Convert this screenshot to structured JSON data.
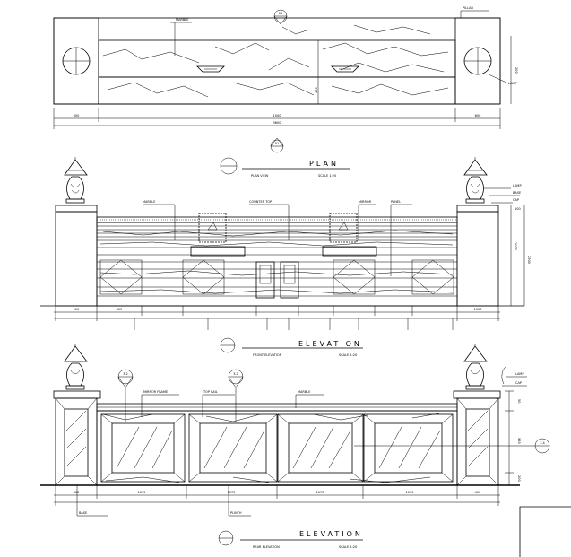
{
  "plan": {
    "title": "PLAN",
    "dims": [
      "600",
      "1000",
      "600",
      "3600",
      "1000",
      "200"
    ],
    "callout": {
      "top": "01",
      "bottom": "—"
    }
  },
  "elevation_a": {
    "title": "ELEVATION",
    "dims_left": [
      "900",
      "400"
    ],
    "dims_right": [
      "1000",
      "2500",
      "100"
    ]
  },
  "elevation_b": {
    "title": "ELEVATION",
    "dims_bottom": [
      "400",
      "1075",
      "1075",
      "1075",
      "1075",
      "400"
    ],
    "dims_right": [
      "50",
      "950",
      "200"
    ],
    "callouts": [
      {
        "top": "3.2",
        "bottom": "—"
      },
      {
        "top": "3.2",
        "bottom": "—"
      },
      {
        "top": "3.4",
        "bottom": "—"
      }
    ]
  }
}
